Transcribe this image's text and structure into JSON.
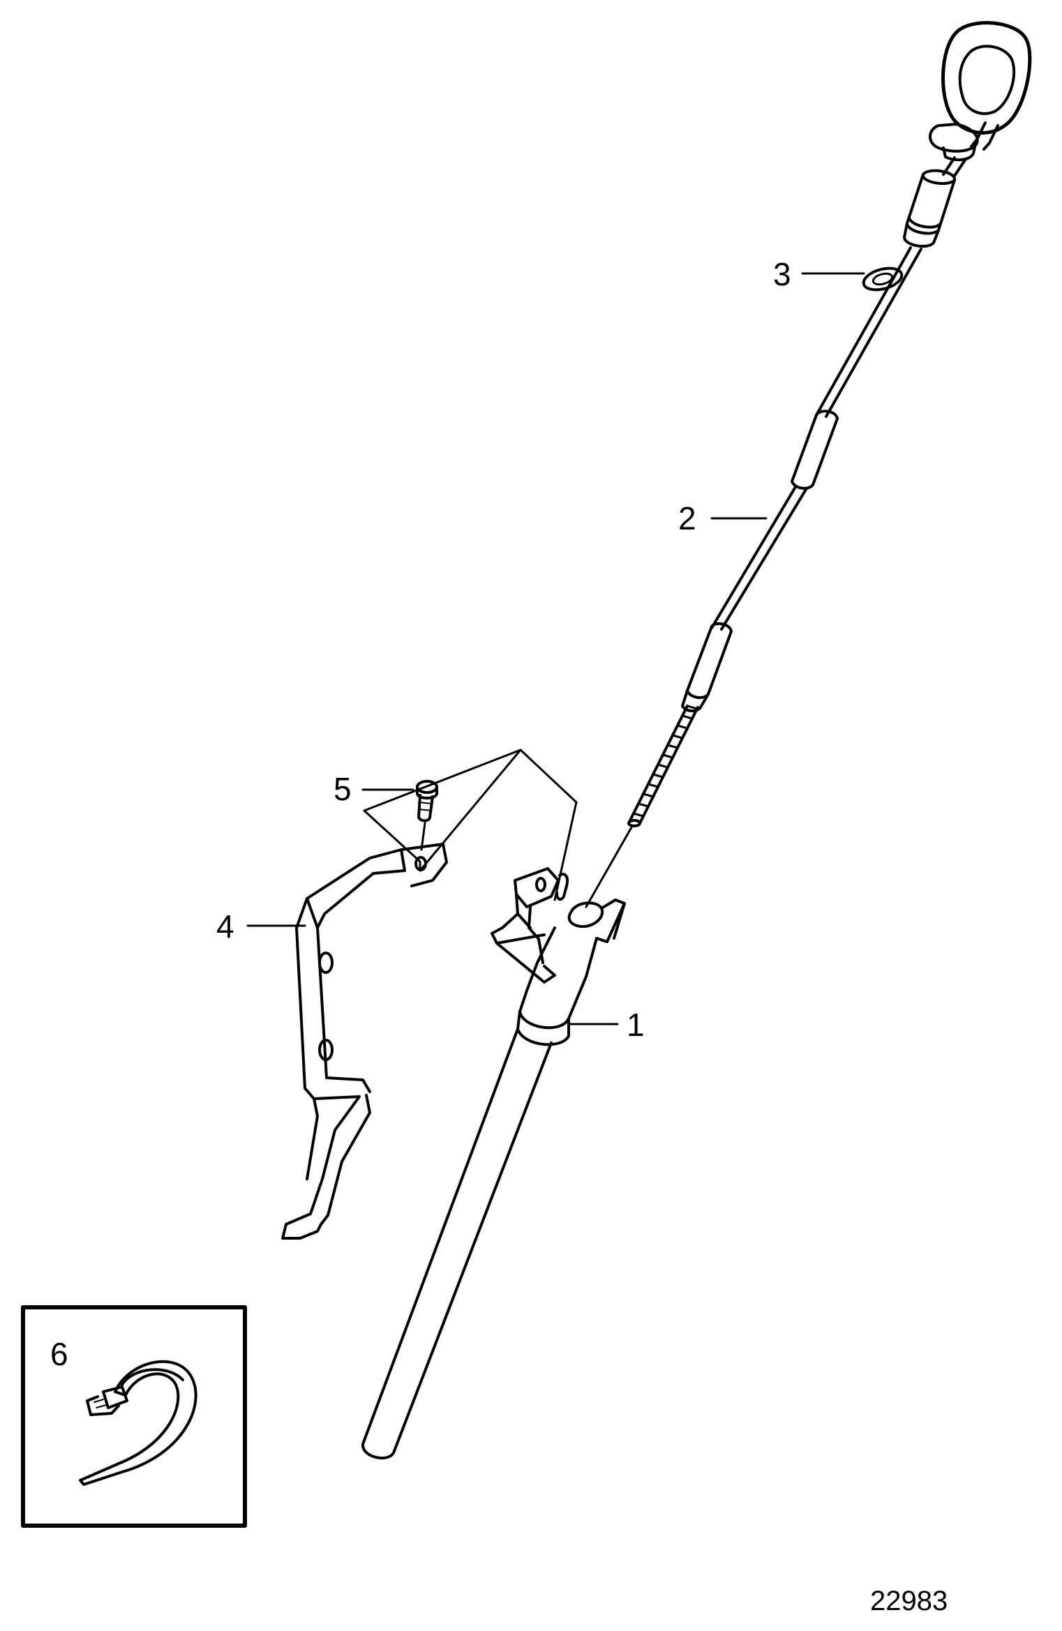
{
  "callouts": {
    "c1": "1",
    "c2": "2",
    "c3": "3",
    "c4": "4",
    "c5": "5",
    "c6": "6"
  },
  "figure_number": "22983",
  "colors": {
    "line": "#000000",
    "background": "#ffffff"
  }
}
